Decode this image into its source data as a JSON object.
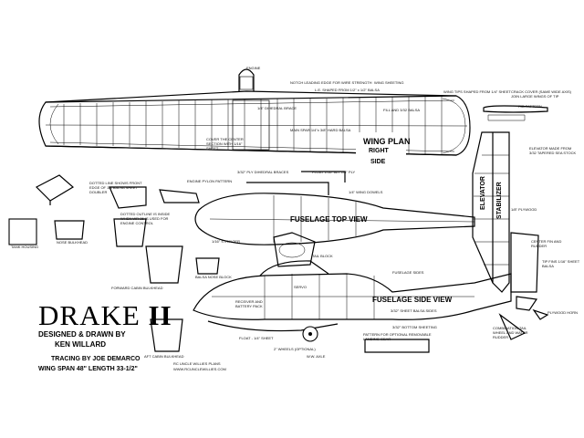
{
  "plan": {
    "title_main": "DRAKE",
    "title_numeral": "II",
    "designer_line1": "DESIGNED & DRAWN BY",
    "designer_line2": "KEN WILLARD",
    "tracing": "TRACING BY JOE DEMARCO",
    "specs": "WING SPAN 48\"   LENGTH 33-1/2\"",
    "credit1": "RC UNCLE WILLIES PLANS",
    "credit2": "WWW.RCUNCLEWILLIES.COM"
  },
  "views": {
    "wing_plan": "WING PLAN",
    "wing_right": "RIGHT",
    "wing_side": "SIDE",
    "fuselage_top": "FUSELAGE  TOP VIEW",
    "fuselage_side": "FUSELAGE  SIDE VIEW",
    "elevator": "ELEVATOR",
    "stabilizer": "STABILIZER"
  },
  "notes": {
    "engine": "ENGINE",
    "wing_sheeting": "WING SHEETING",
    "notch_leading": "NOTCH LEADING EDGE FOR WIRE STRENGTH",
    "le_shaped": "L.E. SHAPED FROM 1/2\" x 1/2\" BALSA",
    "wing_tips": "WING TIPS SHAPED FROM 1/4\" SHEET",
    "crack_cover": "CRACK COVER (SAME WIDE AXIS) JOIN LARGE WINGS OF TIP",
    "rib_pattern": "RIB PATTERN",
    "fill_sheet": "FILL AND 3/32 BALSA",
    "center_section": "COVER THE CENTER SECTION WITH 1/16\" SHEET",
    "spar": "MAIN SPAR 1/4\"x 3/8\" HARD BALSA",
    "dihedral_brace": "1/4\" DIHEDRAL BRACE",
    "ply_dihedral": "3/32\" PLY DIHEDRAL BRACES",
    "float_sheet": "FLOAT 1/16\" ALT 1/8\" PLY",
    "engine_pylon": "ENGINE PYLON PATTERN",
    "dotted_line": "DOTTED LINE SHOWS FRONT EDGE OF 1/4 BALSA SHEET DOUBLER",
    "dotted_outline": "DOTTED OUTLINE IS INSIDE WHEN WR-36 IS USED FOR ENGINE CONTROL",
    "leading_edge_ply": "1/4\" WING DOWELS",
    "plywood_rear": "1/8\" PLYWOOD",
    "tank_housing": "TANK HOUSING",
    "nose_bulkhead": "NOSE BULKHEAD",
    "fwd_cabin": "FORWARD CABIN BULKHEAD",
    "balsa_nose": "BALSA NOSE BLOCK",
    "aft_cabin": "AFT CABIN BULKHEAD",
    "stringer": "1/16\" STRINGER",
    "tail_block": "TAIL BLOCK",
    "receiver": "RECEIVER AND BATTERY PACK",
    "rudder_servo": "SERVO",
    "bottom_sheet": "3/32\" BOTTOM SHEETING",
    "sheet_sides": "3/32\" SHEET BALSA SIDES",
    "fuselage_sides": "FUSELAGE SIDES",
    "float_block": "FLOAT - 1/4\" SHEET",
    "wheel": "2\" WHEELS (OPTIONAL)",
    "removable_gear": "PATTERN FOR OPTIONAL REMOVABLE LANDING GEAR",
    "wire_axle": "W.W. AXLE",
    "elevator_made": "ELEVATOR MADE FROM 3/32 TAPERED SEA STOCK",
    "combination_tail": "COMBINATION TAIL WHEEL AND WATER RUDDER",
    "center_fin": "CENTER FIN AND RUDDER",
    "tip_fins": "TIP FINS 1/16\" SHEET BALSA",
    "ply_horn": "PLYWOOD HORN"
  }
}
